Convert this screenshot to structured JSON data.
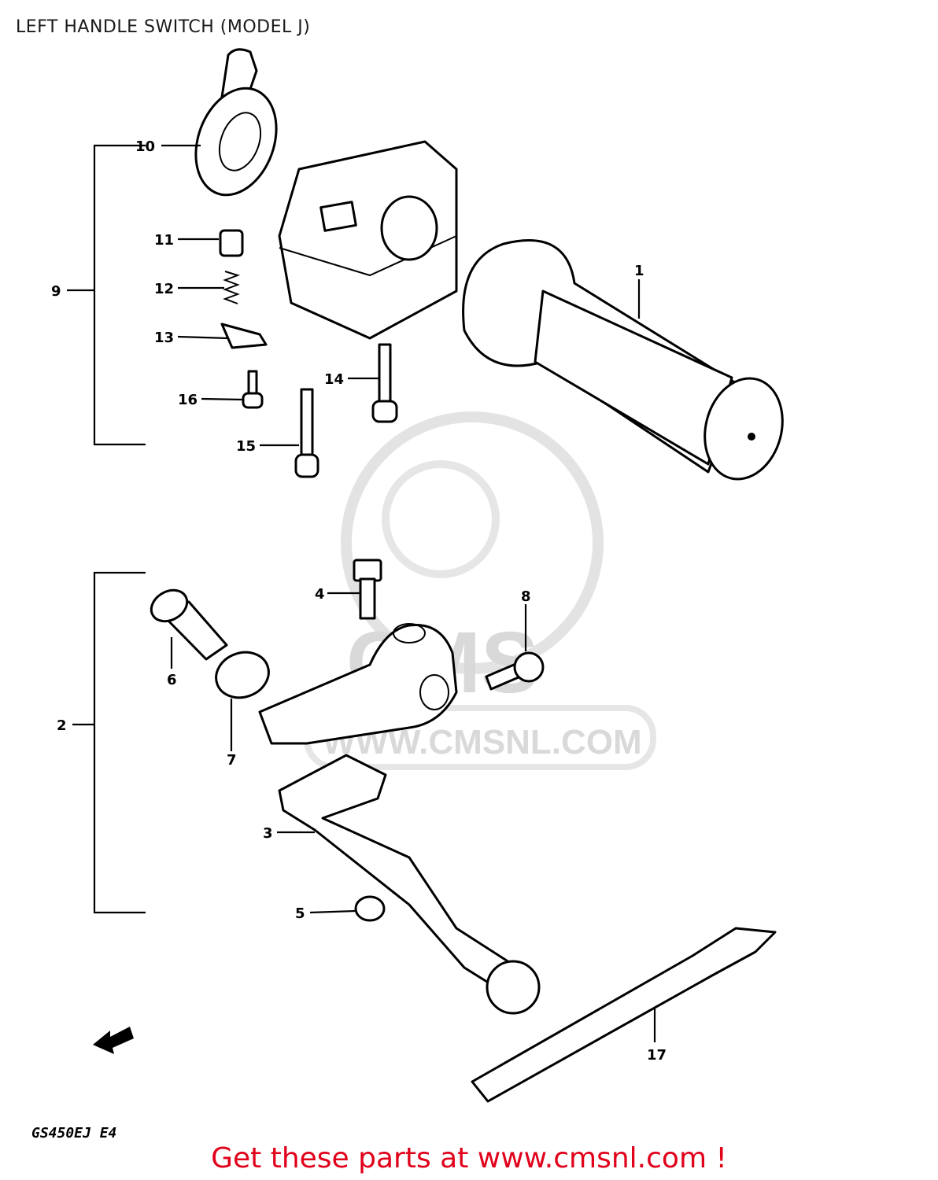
{
  "title": "LEFT HANDLE SWITCH (MODEL J)",
  "footer_text": "Get these parts at www.cmsnl.com !",
  "diagram_code": "GS450EJ E4",
  "watermark": {
    "logo_text": "CMS",
    "url": "WWW.CMSNL.COM"
  },
  "callouts": {
    "c1": "1",
    "c2": "2",
    "c3": "3",
    "c4": "4",
    "c5": "5",
    "c6": "6",
    "c7": "7",
    "c8": "8",
    "c9": "9",
    "c10": "10",
    "c11": "11",
    "c12": "12",
    "c13": "13",
    "c14": "14",
    "c15": "15",
    "c16": "16",
    "c17": "17"
  },
  "colors": {
    "footer": "#e0001a",
    "line": "#000000",
    "watermark": "#d9d9d9"
  },
  "icons": [
    "front-direction-arrow-icon"
  ]
}
